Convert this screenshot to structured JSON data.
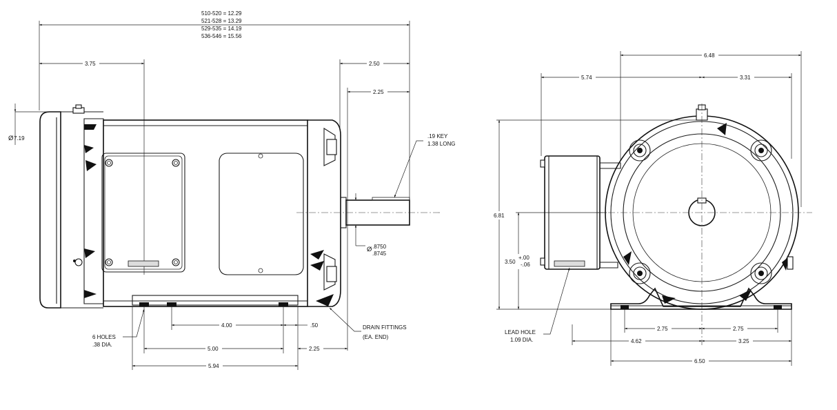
{
  "overall_length": {
    "lines": [
      "510-520 = 12.29",
      "521-528 = 13.29",
      "529-535 = 14.19",
      "536-546 = 15.56"
    ]
  },
  "side_view": {
    "dim_3_75": "3.75",
    "dim_2_50": "2.50",
    "dim_2_25_top": "2.25",
    "dim_diameter": "7.19",
    "key_note": [
      ".19 KEY",
      "1.38 LONG"
    ],
    "shaft_dia": [
      ".8750",
      ".8745"
    ],
    "dim_4_00": "4.00",
    "dim_0_50": ".50",
    "dim_5_00": "5.00",
    "dim_2_25_bottom": "2.25",
    "dim_5_94": "5.94",
    "holes_note": [
      "6 HOLES",
      ".38 DIA."
    ],
    "drain_note": [
      "DRAIN FITTINGS",
      "(EA. END)"
    ]
  },
  "end_view": {
    "dim_6_48": "6.48",
    "dim_5_74": "5.74",
    "dim_3_31": "3.31",
    "dim_6_81": "6.81",
    "dim_3_50": "3.50",
    "tol_plus": "+.00",
    "tol_minus": "-.06",
    "dim_2_75_left": "2.75",
    "dim_2_75_right": "2.75",
    "dim_4_62": "4.62",
    "dim_3_25": "3.25",
    "dim_6_50": "6.50",
    "lead_note": [
      "LEAD HOLE",
      "1.09 DIA."
    ]
  }
}
